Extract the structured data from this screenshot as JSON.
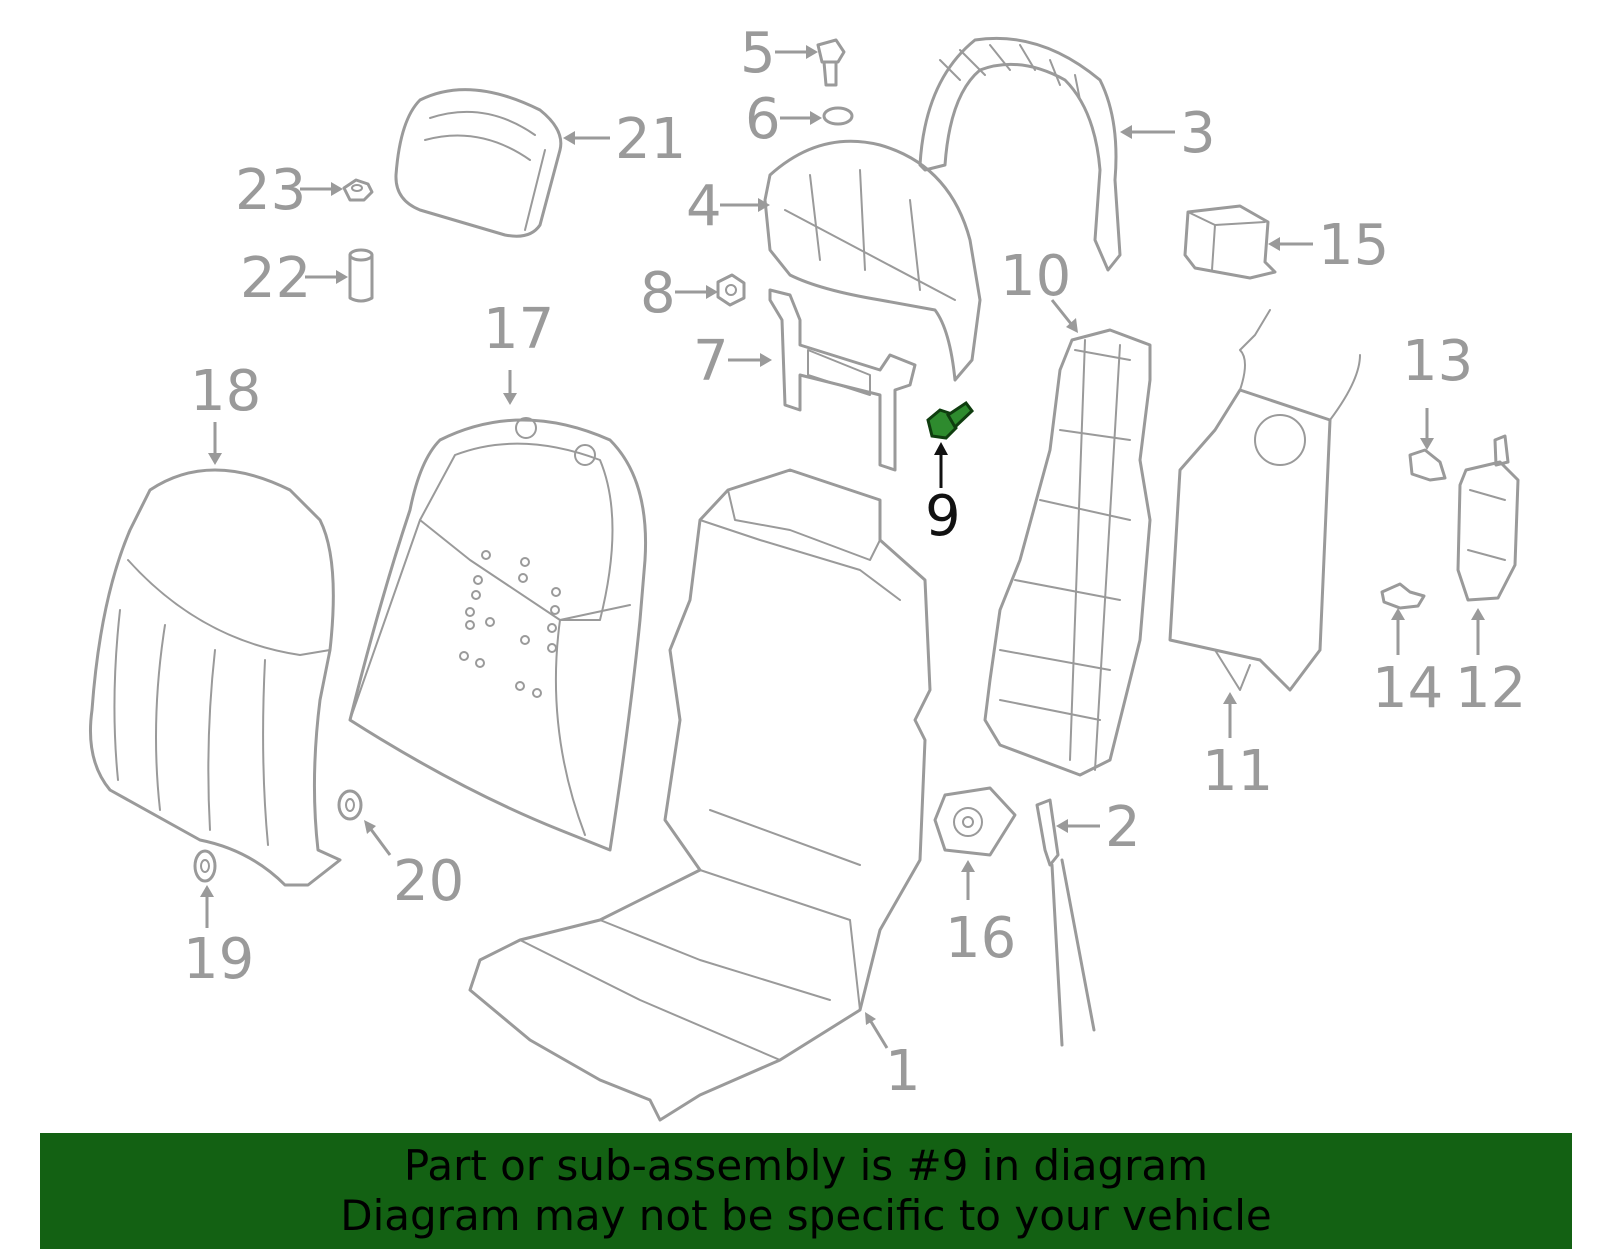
{
  "diagram": {
    "highlight_color": "#2e8b2e",
    "parts": [
      {
        "label": "1",
        "name": "seat frame"
      },
      {
        "label": "2",
        "name": "rod"
      },
      {
        "label": "3",
        "name": "upper frame"
      },
      {
        "label": "4",
        "name": "back panel"
      },
      {
        "label": "5",
        "name": "bolt"
      },
      {
        "label": "6",
        "name": "washer"
      },
      {
        "label": "7",
        "name": "bracket"
      },
      {
        "label": "8",
        "name": "nut"
      },
      {
        "label": "9",
        "name": "bolt",
        "highlighted": true
      },
      {
        "label": "10",
        "name": "lumbar support"
      },
      {
        "label": "11",
        "name": "panel"
      },
      {
        "label": "12",
        "name": "module"
      },
      {
        "label": "13",
        "name": "clip"
      },
      {
        "label": "14",
        "name": "clip"
      },
      {
        "label": "15",
        "name": "module"
      },
      {
        "label": "16",
        "name": "motor"
      },
      {
        "label": "17",
        "name": "pad"
      },
      {
        "label": "18",
        "name": "cover"
      },
      {
        "label": "19",
        "name": "grommet"
      },
      {
        "label": "20",
        "name": "grommet"
      },
      {
        "label": "21",
        "name": "headrest"
      },
      {
        "label": "22",
        "name": "guide"
      },
      {
        "label": "23",
        "name": "nut"
      }
    ]
  },
  "banner": {
    "background": "#136113",
    "line1": "Part or sub-assembly is #9 in diagram",
    "line2": "Diagram may not be specific to your vehicle"
  }
}
